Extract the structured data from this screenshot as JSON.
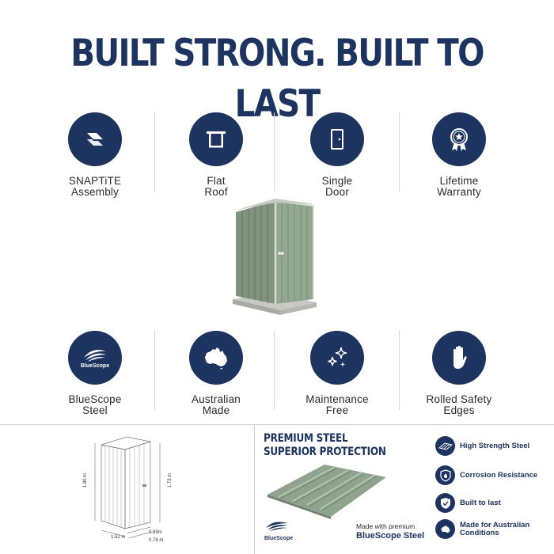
{
  "headline": "BUILT STRONG. BUILT TO LAST",
  "features_top": [
    {
      "line1": "SNAPTiTE",
      "line2": "Assembly",
      "icon": "snaptite-logo-icon"
    },
    {
      "line1": "Flat",
      "line2": "Roof",
      "icon": "flat-roof-icon"
    },
    {
      "line1": "Single",
      "line2": "Door",
      "icon": "door-icon"
    },
    {
      "line1": "Lifetime",
      "line2": "Warranty",
      "icon": "warranty-badge-icon"
    }
  ],
  "features_bottom": [
    {
      "line1": "BlueScope",
      "line2": "Steel",
      "icon": "bluescope-logo-icon",
      "logo_text": "BlueScope"
    },
    {
      "line1": "Australian",
      "line2": "Made",
      "icon": "australia-map-icon"
    },
    {
      "line1": "Maintenance",
      "line2": "Free",
      "icon": "sparkle-icon"
    },
    {
      "line1": "Rolled Safety",
      "line2": "Edges",
      "icon": "hand-icon"
    }
  ],
  "dimensions": {
    "height_back": "1.80 m",
    "height_front": "1.73 m",
    "width": "1.52 m",
    "depth_top": "0.69m",
    "depth_bottom": "0.78 m"
  },
  "premium": {
    "line1": "PREMIUM STEEL",
    "line2": "SUPERIOR PROTECTION",
    "made_with": "Made with premium",
    "brand": "BlueScope Steel",
    "logo_text": "BlueScope"
  },
  "specs": [
    {
      "line1": "High Strength Steel",
      "line2": "",
      "icon": "steel-sheet-icon"
    },
    {
      "line1": "Corrosion Resistance",
      "line2": "",
      "icon": "shield-drop-icon"
    },
    {
      "line1": "Built to last",
      "line2": "",
      "icon": "shield-check-icon"
    },
    {
      "line1": "Made for Australian",
      "line2": "Conditions",
      "icon": "australia-map-icon"
    }
  ],
  "colors": {
    "navy": "#1d3461",
    "shed_green": "#8fa48c",
    "divider": "#d6d6d6"
  }
}
